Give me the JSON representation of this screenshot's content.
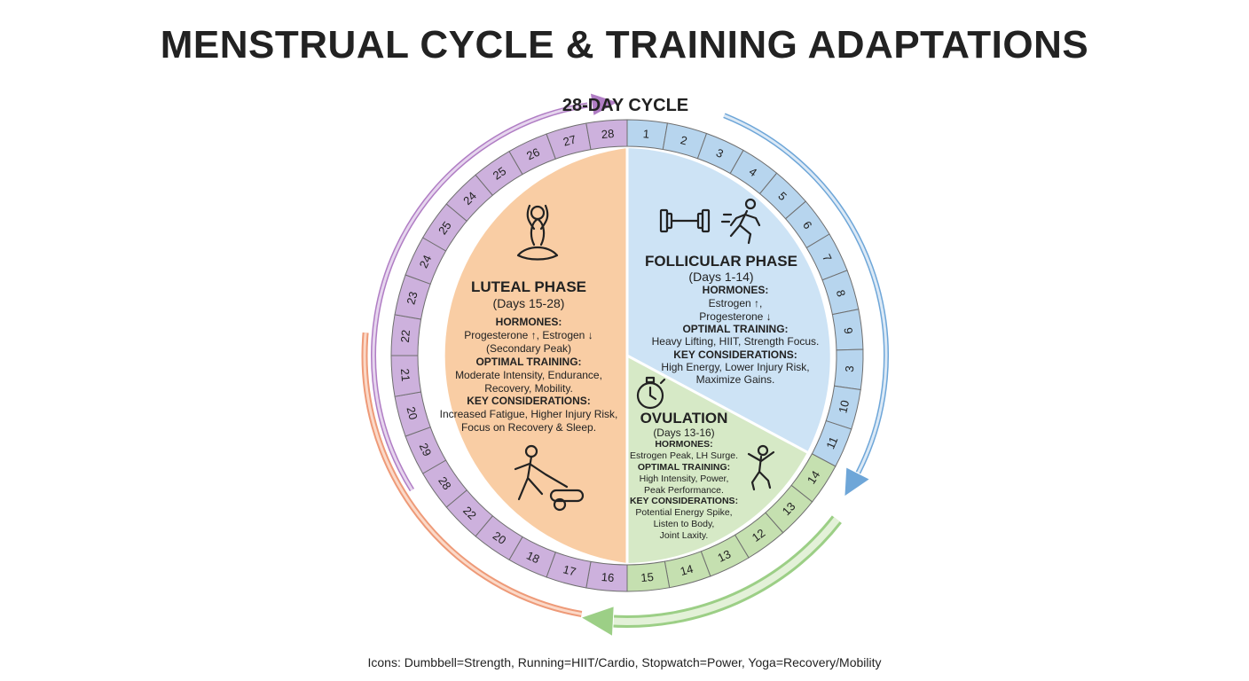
{
  "title": "MENSTRUAL CYCLE & TRAINING ADAPTATIONS",
  "cycle_label": "28-DAY CYCLE",
  "ring_days": {
    "blue": [
      "1",
      "2",
      "3",
      "4",
      "5",
      "6",
      "7",
      "8",
      "9",
      "3",
      "10",
      "11"
    ],
    "green": [
      "14",
      "13",
      "12",
      "13",
      "14",
      "15"
    ],
    "purple_left": [
      "16",
      "17",
      "18",
      "20",
      "22",
      "28",
      "29",
      "20",
      "21",
      "22",
      "23",
      "24",
      "25",
      "24",
      "25",
      "26",
      "27",
      "28"
    ]
  },
  "phases": {
    "luteal": {
      "name": "LUTEAL PHASE",
      "days": "(Days 15-28)",
      "hormones_label": "HORMONES:",
      "hormones": [
        "Progesterone ↑, Estrogen ↓",
        "(Secondary Peak)"
      ],
      "training_label": "OPTIMAL TRAINING:",
      "training": [
        "Moderate Intensity, Endurance,",
        "Recovery, Mobility."
      ],
      "considerations_label": "KEY CONSIDERATIONS:",
      "considerations": [
        "Increased Fatigue, Higher Injury Risk,",
        "Focus on Recovery & Sleep."
      ]
    },
    "follicular": {
      "name": "FOLLICULAR PHASE",
      "days": "(Days 1-14)",
      "hormones_label": "HORMONES:",
      "hormones": [
        "Estrogen ↑,",
        "Progesterone ↓"
      ],
      "training_label": "OPTIMAL TRAINING:",
      "training": [
        "Heavy Lifting, HIIT, Strength Focus."
      ],
      "considerations_label": "KEY CONSIDERATIONS:",
      "considerations": [
        "High Energy, Lower Injury Risk,",
        "Maximize Gains."
      ]
    },
    "ovulation": {
      "name": "OVULATION",
      "days": "(Days 13-16)",
      "hormones_label": "HORMONES:",
      "hormones": [
        "Estrogen Peak, LH Surge."
      ],
      "training_label": "OPTIMAL TRAINING:",
      "training": [
        "High Intensity, Power,",
        "Peak Performance."
      ],
      "considerations_label": "KEY CONSIDERATIONS:",
      "considerations": [
        "Potential Energy Spike,",
        "Listen to Body,",
        "Joint Laxity."
      ]
    }
  },
  "colors": {
    "luteal": "#f9cda4",
    "follicular": "#cde3f5",
    "ovulation": "#d6e9c6",
    "ring_purple": "#cdb1dd",
    "ring_blue": "#b7d5ee",
    "ring_green": "#c5e0b0",
    "arrow_purple": "#b07dc4",
    "arrow_blue": "#6ea6d8",
    "arrow_green": "#9ccf86",
    "arrow_orange": "#ee9a78"
  },
  "footnote": "Icons: Dumbbell=Strength, Running=HIIT/Cardio, Stopwatch=Power, Yoga=Recovery/Mobility"
}
